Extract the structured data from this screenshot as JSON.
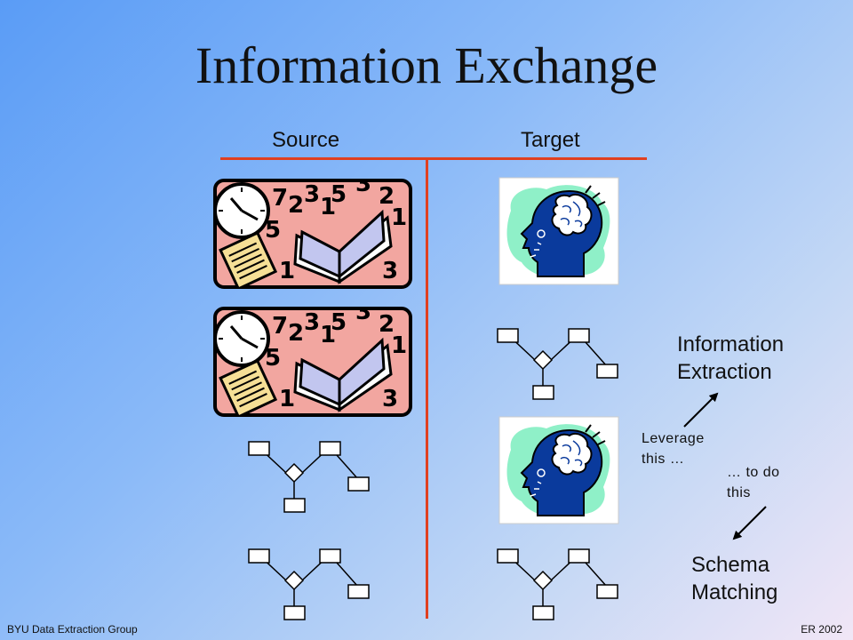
{
  "slide": {
    "title": "Information Exchange",
    "source_label": "Source",
    "target_label": "Target",
    "information_extraction": [
      "Information",
      "Extraction"
    ],
    "schema_matching": [
      "Schema",
      "Matching"
    ],
    "leverage": [
      "Leverage",
      "this …"
    ],
    "to_do": [
      "… to do",
      "this"
    ]
  },
  "footer": {
    "left": "BYU Data Extraction Group",
    "right": "ER 2002"
  },
  "clipart": {
    "documents_icon": "clock-book-numbers-clipart",
    "head_icon": "brain-head-clipart",
    "schema_icon": "schema-graph-diagram"
  },
  "colors": {
    "divider": "#e04020",
    "doc_panel": "#f2a6a0",
    "head_blue": "#0a3a9c",
    "head_backdrop": "#8ff0c8"
  }
}
